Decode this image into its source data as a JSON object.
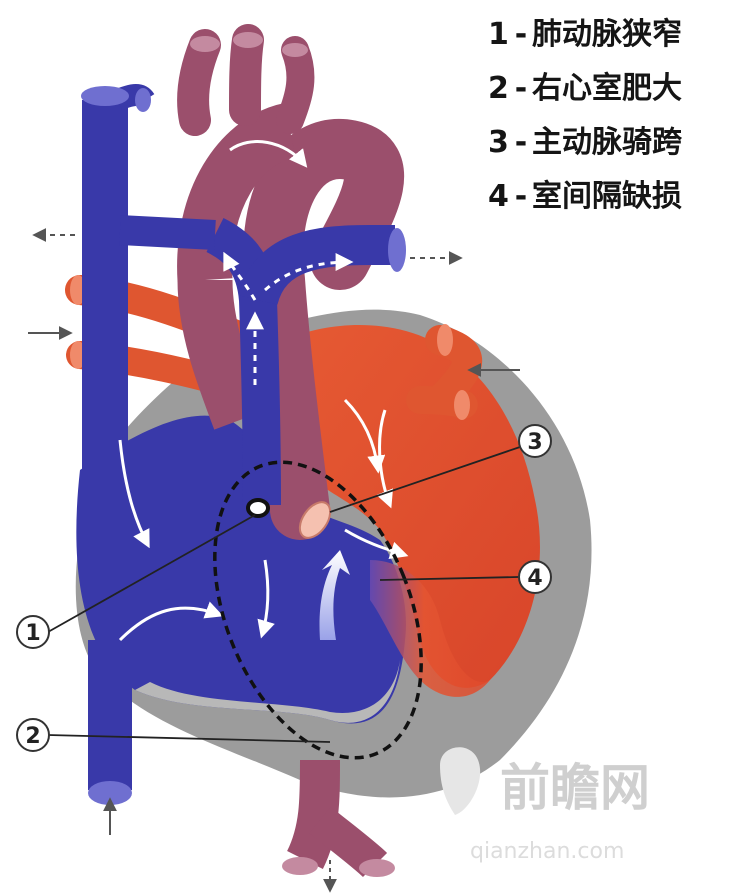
{
  "legend": [
    {
      "number": "1",
      "separator": "-",
      "text": "肺动脉狭窄"
    },
    {
      "number": "2",
      "separator": "-",
      "text": "右心室肥大"
    },
    {
      "number": "3",
      "separator": "-",
      "text": "主动脉骑跨"
    },
    {
      "number": "4",
      "separator": "-",
      "text": "室间隔缺损"
    }
  ],
  "markers": [
    "1",
    "2",
    "3",
    "4"
  ],
  "watermark": {
    "text": "前瞻网",
    "url": "qianzhan.com"
  },
  "colors": {
    "deoxygenated_blood": "#3a3aa8",
    "oxygenated_blood": "#e2552f",
    "aorta": "#9a4f6a",
    "heart_wall": "#9b9b9b",
    "highlight_circle": "#111111"
  }
}
